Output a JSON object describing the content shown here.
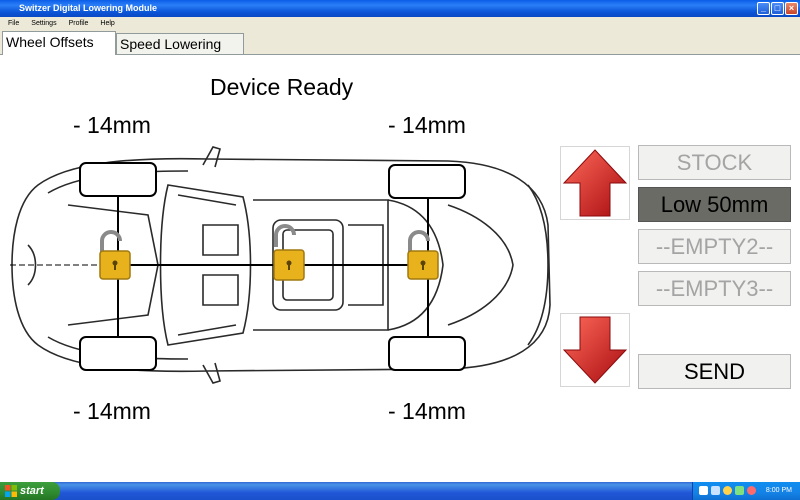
{
  "window": {
    "title": "Switzer Digital Lowering Module",
    "minimize": "_",
    "maximize": "□",
    "close": "×"
  },
  "menu": [
    "File",
    "Settings",
    "Profile",
    "Help"
  ],
  "tabs": [
    {
      "label": "Wheel Offsets",
      "active": true
    },
    {
      "label": "Speed Lowering",
      "active": false
    }
  ],
  "status": "Device Ready",
  "offsets": {
    "front_left": "-  14mm",
    "front_right": "-  14mm",
    "rear_left": "-  14mm",
    "rear_right": "-  14mm"
  },
  "presets": [
    {
      "label": "STOCK",
      "selected": false
    },
    {
      "label": "Low 50mm",
      "selected": true
    },
    {
      "label": "--EMPTY2--",
      "selected": false
    },
    {
      "label": "--EMPTY3--",
      "selected": false
    }
  ],
  "send_label": "SEND",
  "taskbar": {
    "start_label": "start",
    "clock": "8:00 PM"
  },
  "colors": {
    "arrow_red": "#d0161a",
    "lock_gold": "#e8b21c",
    "titlebar_blue": "#0a5ee8",
    "start_green": "#2f8a2f"
  },
  "icons": {
    "up": "up-arrow-icon",
    "down": "down-arrow-icon",
    "lock": "padlock-icon"
  }
}
